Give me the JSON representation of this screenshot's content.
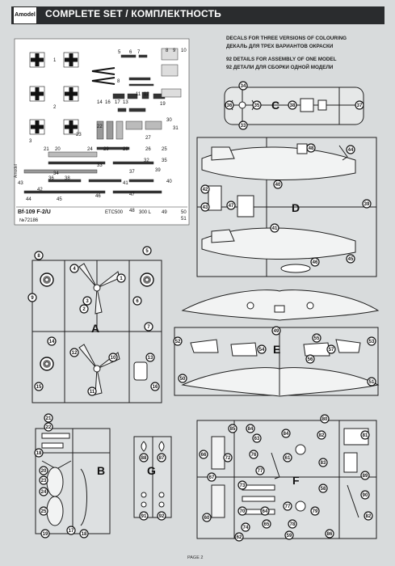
{
  "header": {
    "logo_text": "Amodel",
    "title": "COMPLETE SET / КОМПЛЕКТНОСТЬ"
  },
  "info": {
    "decals_en": "DECALS FOR THREE VERSIONS OF COLOURING",
    "decals_ru": "ДЕКАЛЬ ДЛЯ ТРЕХ ВАРИАНТОВ ОКРАСКИ",
    "details_en": "92 DETAILS FOR ASSEMBLY OF ONE MODEL",
    "details_ru": "92 ДЕТАЛИ ДЛЯ СБОРКИ ОДНОЙ МОДЕЛИ"
  },
  "decal_sheet": {
    "model_name": "Bf-109 F-2/U",
    "kit_number": "№72186",
    "etc_label": "ETC500",
    "tank_label": "300 L",
    "brand": "Amodel"
  },
  "sprues": {
    "A": "A",
    "B": "B",
    "C": "C",
    "D": "D",
    "E": "E",
    "F": "F",
    "G": "G"
  },
  "footer": {
    "page": "PAGE 2"
  },
  "colors": {
    "header_bg": "#2a2c2e",
    "line": "#1e1e1e",
    "panel_bg": "#e6e8e8"
  }
}
